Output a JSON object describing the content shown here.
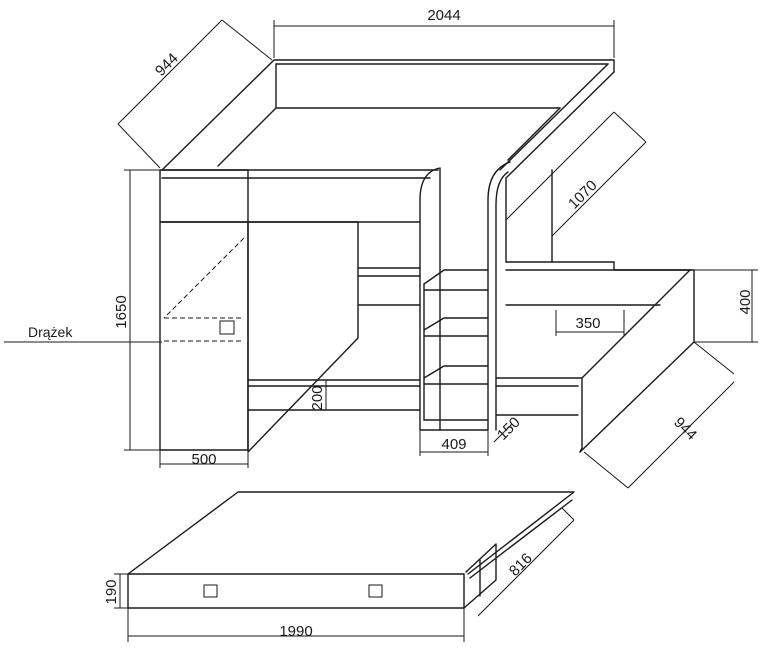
{
  "dimensions": {
    "top_width": "2044",
    "top_depth": "944",
    "height": "1650",
    "rail_depth": "1070",
    "lower_height": "400",
    "shelf_width": "350",
    "lower_depth": "944",
    "cabinet_width": "500",
    "drawer_clearance": "200",
    "ladder_width": "409",
    "ladder_depth": "150",
    "drawer_height": "190",
    "drawer_length": "1990",
    "drawer_depth": "816"
  },
  "labels": {
    "rod": "Drążek"
  }
}
